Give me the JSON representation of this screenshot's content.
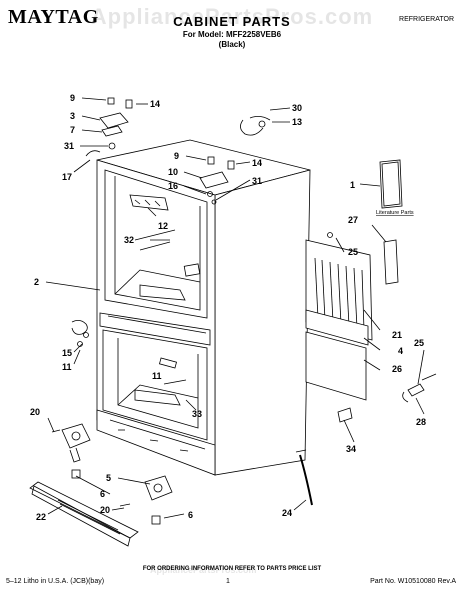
{
  "header": {
    "brand": "MAYTAG",
    "title": "CABINET PARTS",
    "model_line": "For Model: MFF2258VEB6",
    "color_line": "(Black)",
    "category": "REFRIGERATOR",
    "watermark": "AppliancePartsPros.com"
  },
  "literature_label": "Literature Parts",
  "callouts": {
    "c9_top": "9",
    "c14_top": "14",
    "c3": "3",
    "c7": "7",
    "c31_left": "31",
    "c17": "17",
    "c30": "30",
    "c13": "13",
    "c9_mid": "9",
    "c14_mid": "14",
    "c10": "10",
    "c16": "16",
    "c31_mid": "31",
    "c1": "1",
    "c12": "12",
    "c32": "32",
    "c27": "27",
    "c25_a": "25",
    "c2": "2",
    "c21": "21",
    "c4": "4",
    "c15": "15",
    "c11_left": "11",
    "c25_b": "25",
    "c26": "26",
    "c11_mid": "11",
    "c33": "33",
    "c28": "28",
    "c20_top": "20",
    "c34": "34",
    "c5": "5",
    "c6_left": "6",
    "c20_bot": "20",
    "c22": "22",
    "c6_right": "6",
    "c24": "24"
  },
  "footer": {
    "order_note": "FOR ORDERING INFORMATION REFER TO PARTS PRICE LIST",
    "litho": "5–12 Litho in U.S.A. (JCB)(bay)",
    "page": "1",
    "part_no": "Part No. W10510080 Rev.A",
    "watermark": "AppliancePartsPros.com"
  }
}
